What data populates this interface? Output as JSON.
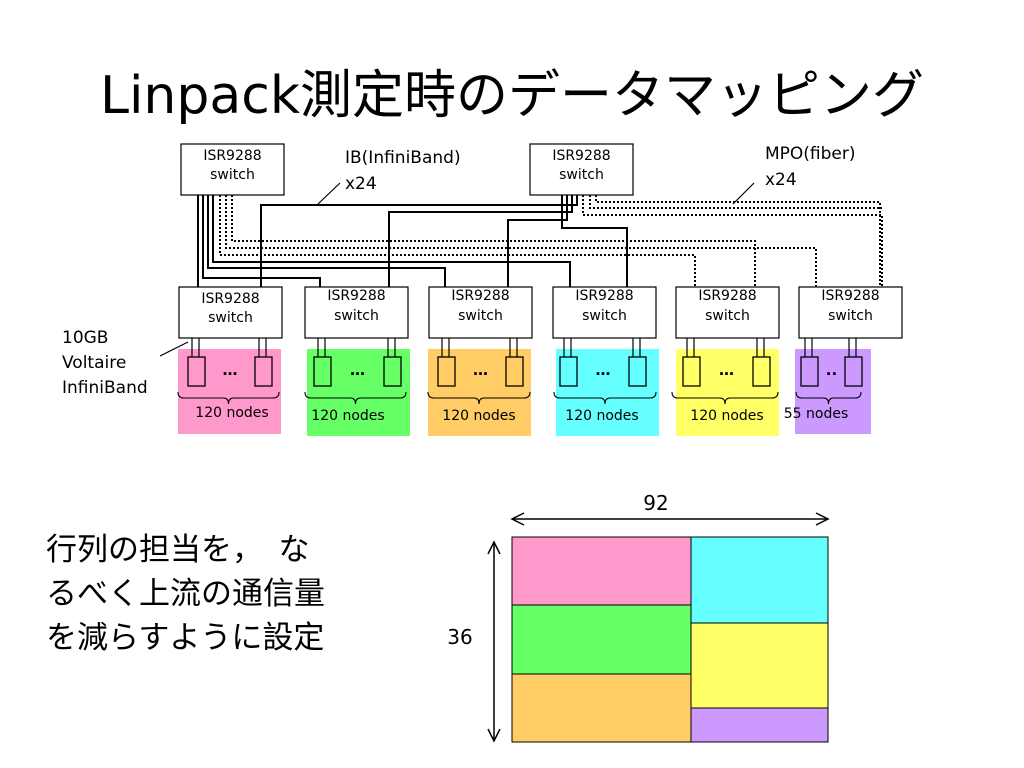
{
  "slide": {
    "title": "Linpack測定時のデータマッピング",
    "caption_lines": [
      "行列の担当を，　な",
      "るべく上流の通信量",
      "を減らすように設定"
    ]
  },
  "top_switches": [
    {
      "line1": "ISR9288",
      "line2": "switch"
    },
    {
      "line1": "ISR9288",
      "line2": "switch"
    }
  ],
  "leaf_switches": [
    {
      "line1": "ISR9288",
      "line2": "switch",
      "nodes": "120 nodes",
      "color": "#ff99cc",
      "dots": "…"
    },
    {
      "line1": "ISR9288",
      "line2": "switch",
      "nodes": "120 nodes",
      "color": "#66ff66",
      "dots": "…"
    },
    {
      "line1": "ISR9288",
      "line2": "switch",
      "nodes": "120 nodes",
      "color": "#ffcc66",
      "dots": "…"
    },
    {
      "line1": "ISR9288",
      "line2": "switch",
      "nodes": "120 nodes",
      "color": "#66ffff",
      "dots": "…"
    },
    {
      "line1": "ISR9288",
      "line2": "switch",
      "nodes": "120 nodes",
      "color": "#ffff66",
      "dots": "…"
    },
    {
      "line1": "ISR9288",
      "line2": "switch",
      "nodes": "55 nodes",
      "color": "#cc99ff",
      "dots": ".."
    }
  ],
  "labels": {
    "ib_line1": "IB(InfiniBand)",
    "ib_line2": "x24",
    "mpo_line1": "MPO(fiber)",
    "mpo_line2": "x24",
    "voltaire_line1": "10GB",
    "voltaire_line2": "Voltaire",
    "voltaire_line3": "InfiniBand"
  },
  "matrix": {
    "width_label": "92",
    "height_label": "36"
  }
}
